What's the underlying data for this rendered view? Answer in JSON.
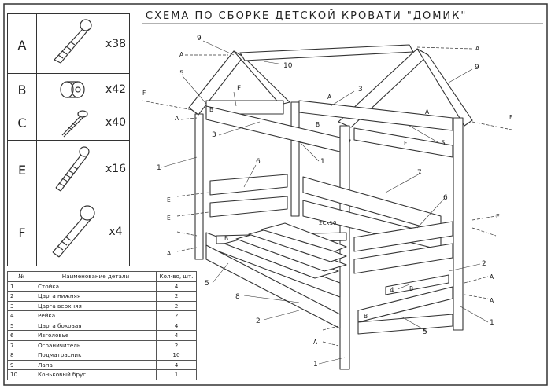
{
  "title": "СХЕМА ПО СБОРКЕ ДЕТСКОЙ КРОВАТИ \"ДОМИК\"",
  "hardware": [
    {
      "letter": "A",
      "qty": "x38",
      "icon": "long-bolt-icon"
    },
    {
      "letter": "B",
      "qty": "x42",
      "icon": "barrel-nut-icon"
    },
    {
      "letter": "C",
      "qty": "x40",
      "icon": "screw-icon"
    },
    {
      "letter": "E",
      "qty": "x16",
      "icon": "confirmat-screw-icon"
    },
    {
      "letter": "F",
      "qty": "x4",
      "icon": "hex-bolt-icon"
    }
  ],
  "parts_table": {
    "headers": [
      "№",
      "Наименование детали",
      "Кол-во, шт."
    ],
    "rows": [
      [
        "1",
        "Стойка",
        "4"
      ],
      [
        "2",
        "Царга нижняя",
        "2"
      ],
      [
        "3",
        "Царга верхняя",
        "2"
      ],
      [
        "4",
        "Рейка",
        "2"
      ],
      [
        "5",
        "Царга боковая",
        "4"
      ],
      [
        "6",
        "Изголовье",
        "4"
      ],
      [
        "7",
        "Ограничитель",
        "2"
      ],
      [
        "8",
        "Подматрасник",
        "10"
      ],
      [
        "9",
        "Лапа",
        "4"
      ],
      [
        "10",
        "Коньковый брус",
        "1"
      ]
    ]
  },
  "drawing_labels": {
    "n1": "1",
    "n2": "2",
    "n3": "3",
    "n4": "4",
    "n5": "5",
    "n6": "6",
    "n7": "7",
    "n8": "8",
    "n9": "9",
    "n10": "10",
    "a": "A",
    "b": "B",
    "e": "E",
    "f": "F",
    "slat_note": "2Cx10"
  },
  "colors": {
    "line": "#333333",
    "frame": "#333333"
  }
}
